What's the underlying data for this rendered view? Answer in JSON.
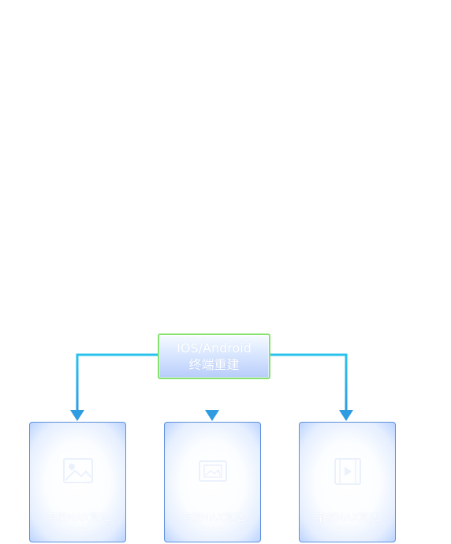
{
  "diagram": {
    "center_node": {
      "line_1": "IOS/Android",
      "line_2": "终端重建"
    },
    "cards": [
      {
        "label": "帝视MAX算法",
        "icon": "image-icon"
      },
      {
        "label": "帝视MAX算法",
        "icon": "image-frame-icon"
      },
      {
        "label": "帝视MAX算法",
        "icon": "film-icon"
      }
    ],
    "colors": {
      "line_top": "#35e6f2",
      "line_main": "#24aee6",
      "line_arrow": "#2f9be0",
      "node_border": "#86e36f",
      "card_border": "#5b8fdb",
      "card_glow": "#c7dcff",
      "text": "#ffffff"
    }
  }
}
